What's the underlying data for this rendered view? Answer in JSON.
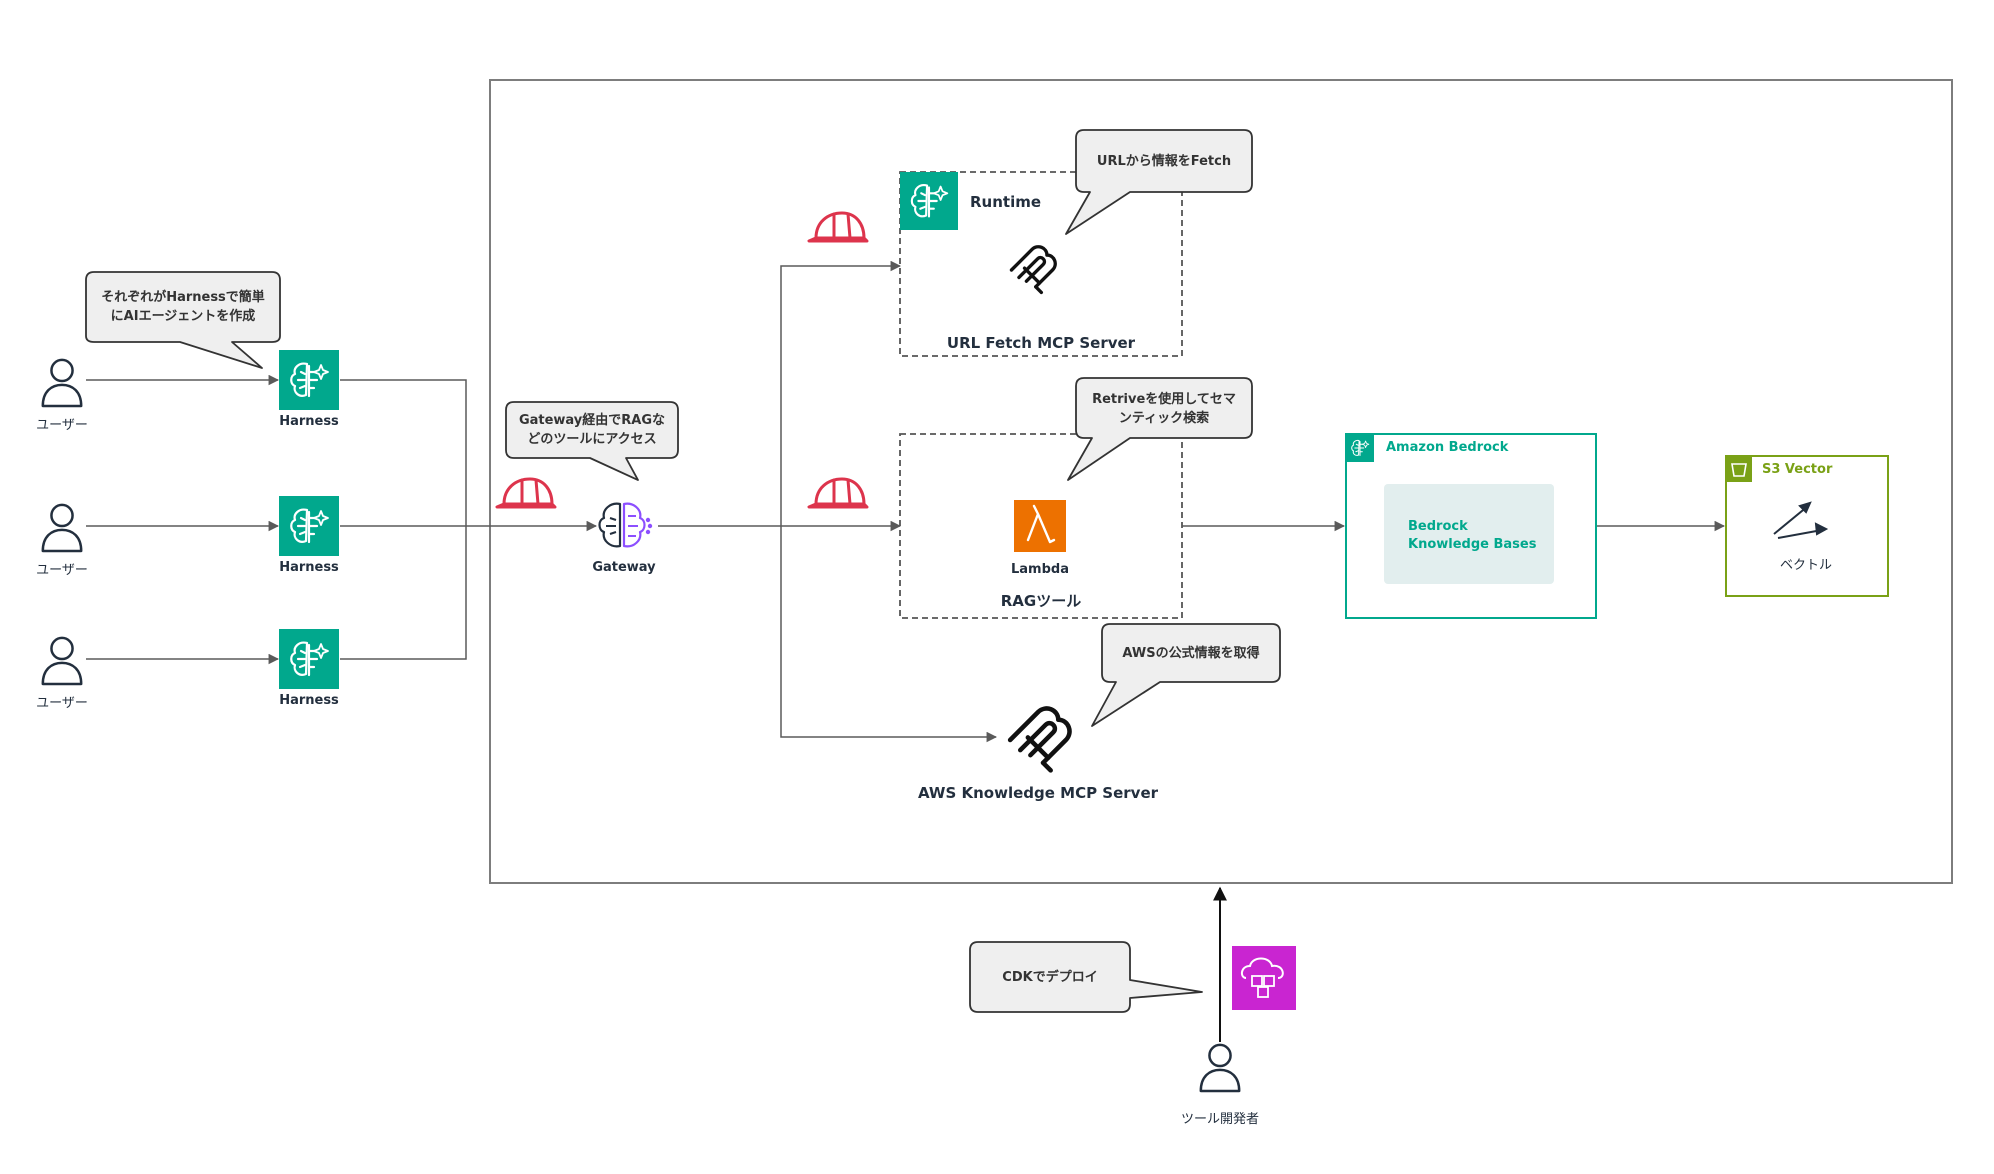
{
  "users": [
    {
      "label": "ユーザー"
    },
    {
      "label": "ユーザー"
    },
    {
      "label": "ユーザー"
    }
  ],
  "harness": [
    {
      "label": "Harness"
    },
    {
      "label": "Harness"
    },
    {
      "label": "Harness"
    }
  ],
  "callouts": {
    "harness_line1": "それぞれがHarnessで簡単",
    "harness_line2": "にAIエージェントを作成",
    "gateway_line1": "Gateway経由でRAGな",
    "gateway_line2": "どのツールにアクセス",
    "runtime": "URLから情報をFetch",
    "rag_line1": "Retriveを使用してセマ",
    "rag_line2": "ンティック検索",
    "aws": "AWSの公式情報を取得",
    "cdk": "CDKでデプロイ"
  },
  "gateway": {
    "label": "Gateway"
  },
  "runtime_box": {
    "title": "Runtime",
    "caption": "URL Fetch MCP Server"
  },
  "rag_box": {
    "lambda_label": "Lambda",
    "caption": "RAGツール"
  },
  "aws_knowledge": {
    "caption": "AWS Knowledge MCP Server"
  },
  "bedrock": {
    "title": "Amazon Bedrock",
    "kb_line1": "Bedrock",
    "kb_line2": "Knowledge Bases"
  },
  "s3": {
    "title": "S3 Vector",
    "vector_label": "ベクトル"
  },
  "developer": {
    "label": "ツール開発者"
  },
  "colors": {
    "agentcore_green": "#01a88d",
    "bedrock_border": "#01a88d",
    "s3_green": "#7aa116",
    "lambda_orange": "#ed7100",
    "cdk_magenta": "#c925d1",
    "helmet_red": "#dd344c",
    "line_gray": "#5a5a5a"
  }
}
